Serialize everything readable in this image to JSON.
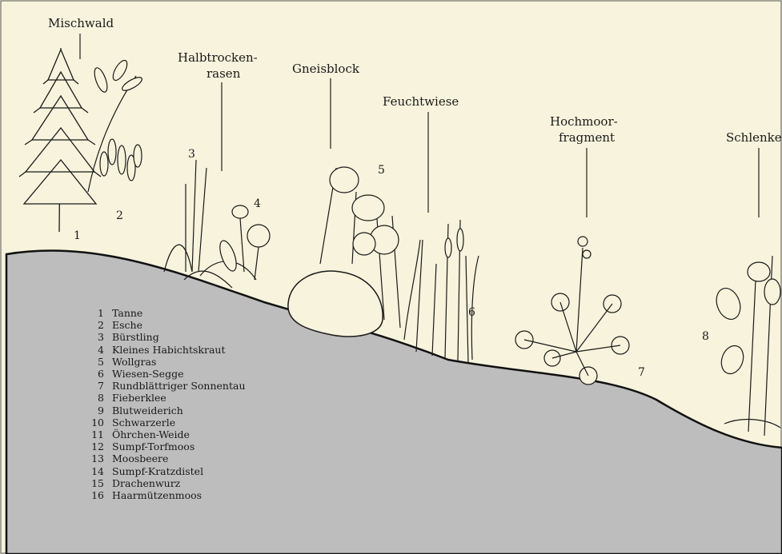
{
  "labels": {
    "mischwald": "Mischwald",
    "halbtrockenrasen": [
      "Halbtrocken-",
      "rasen"
    ],
    "gneisblock": "Gneisblock",
    "feuchtwiese": "Feuchtwiese",
    "hochmoorfragment": [
      "Hochmoor-",
      "fragment"
    ],
    "schlenke": "Schlenke"
  },
  "plant_numbers": [
    "1",
    "2",
    "3",
    "4",
    "5",
    "6",
    "7",
    "8"
  ],
  "legend": [
    {
      "no": "1",
      "name": "Tanne"
    },
    {
      "no": "2",
      "name": "Esche"
    },
    {
      "no": "3",
      "name": "Bürstling"
    },
    {
      "no": "4",
      "name": "Kleines Habichtskraut"
    },
    {
      "no": "5",
      "name": "Wollgras"
    },
    {
      "no": "6",
      "name": "Wiesen-Segge"
    },
    {
      "no": "7",
      "name": "Rundblättriger Sonnentau"
    },
    {
      "no": "8",
      "name": "Fieberklee"
    },
    {
      "no": "9",
      "name": "Blutweiderich"
    },
    {
      "no": "10",
      "name": "Schwarzerle"
    },
    {
      "no": "11",
      "name": "Öhrchen-Weide"
    },
    {
      "no": "12",
      "name": "Sumpf-Torfmoos"
    },
    {
      "no": "13",
      "name": "Moosbeere"
    },
    {
      "no": "14",
      "name": "Sumpf-Kratzdistel"
    },
    {
      "no": "15",
      "name": "Drachenwurz"
    },
    {
      "no": "16",
      "name": "Haarmützenmoos"
    }
  ],
  "colors": {
    "background": "#f7f3dc",
    "soil": "#bdbdbd",
    "ink": "#1a1a1a"
  }
}
